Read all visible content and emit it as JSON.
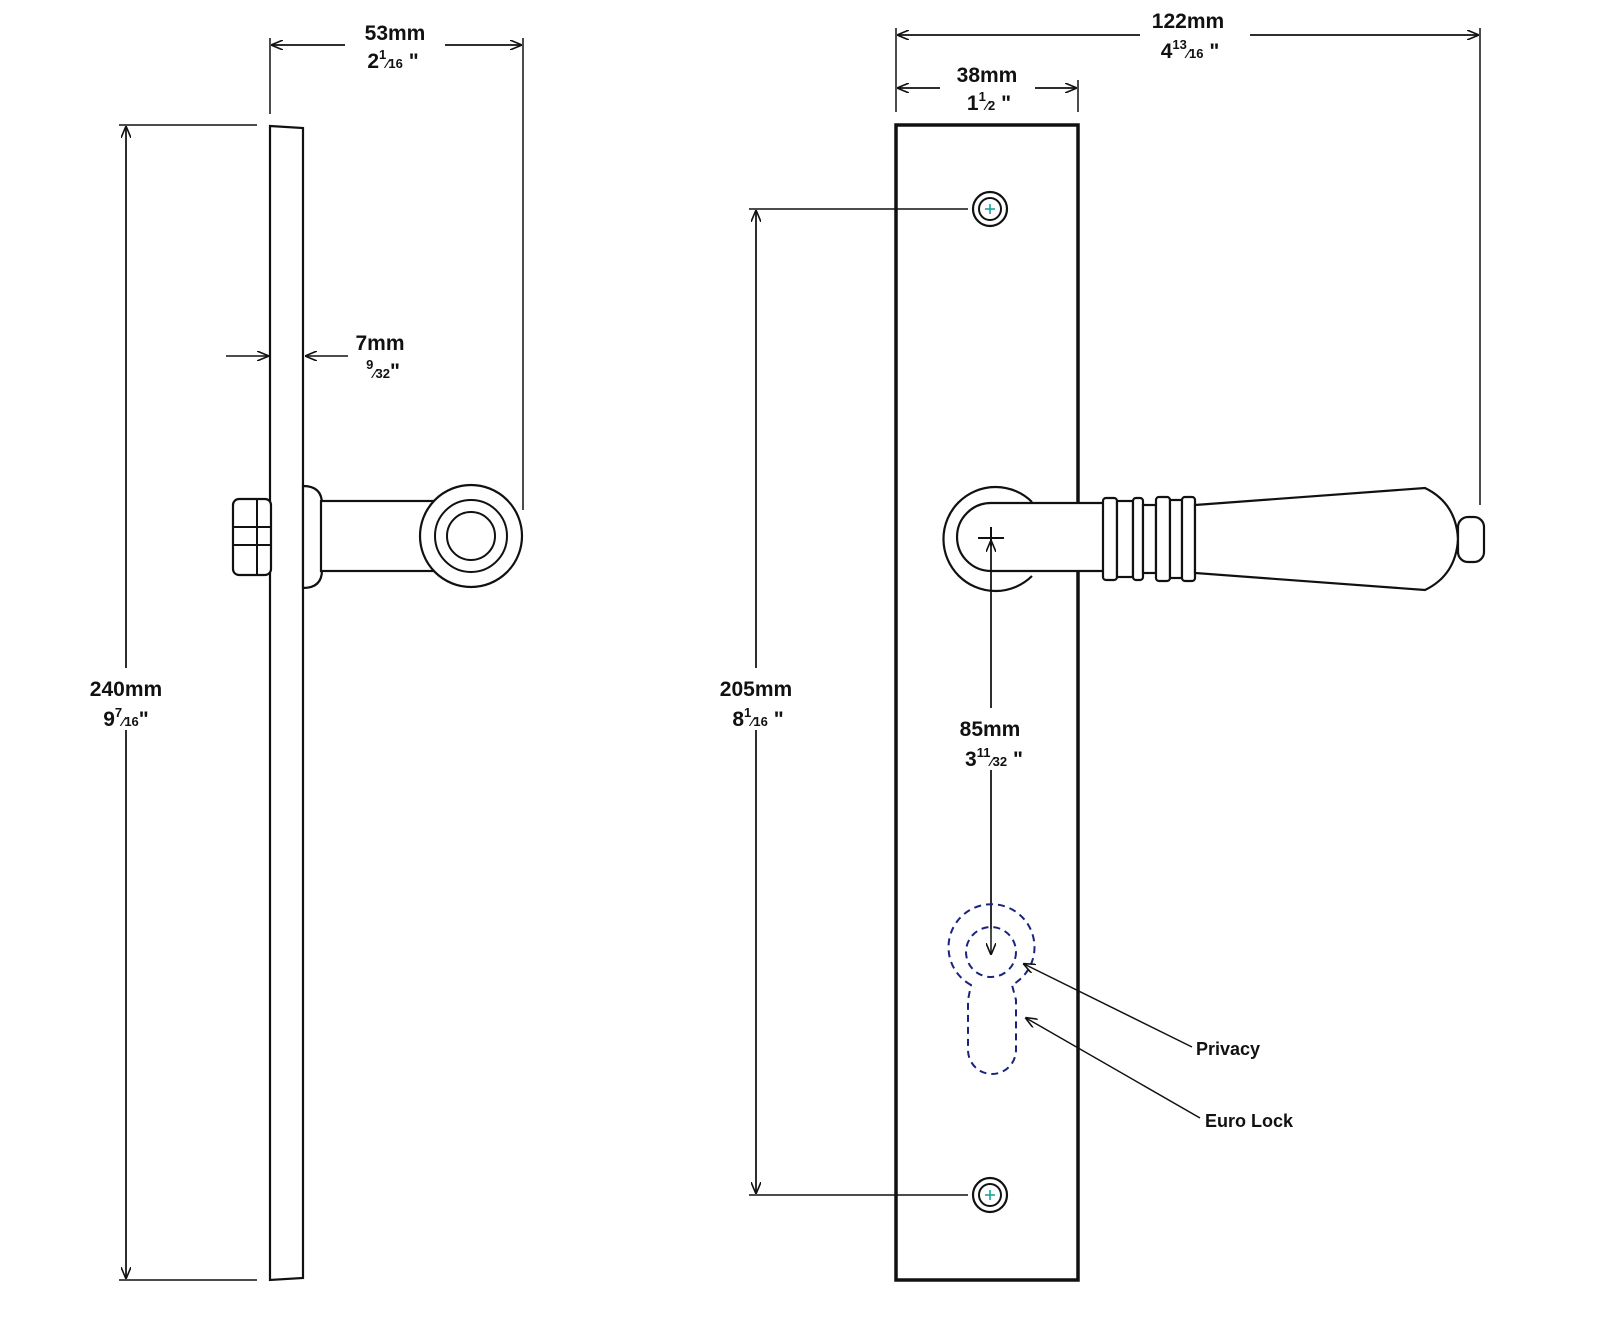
{
  "dimensions": {
    "depth": {
      "mm": "53mm",
      "whole": "2",
      "num": "1",
      "den": "16",
      "mark": "\""
    },
    "height": {
      "mm": "240mm",
      "whole": "9",
      "num": "7",
      "den": "16",
      "mark": "\""
    },
    "plate_thickness": {
      "mm": "7mm",
      "whole": "",
      "num": "9",
      "den": "32",
      "mark": "\""
    },
    "overall_width": {
      "mm": "122mm",
      "whole": "4",
      "num": "13",
      "den": "16",
      "mark": "\""
    },
    "plate_width": {
      "mm": "38mm",
      "whole": "1",
      "num": "1",
      "den": "2",
      "mark": "\""
    },
    "screw_centers": {
      "mm": "205mm",
      "whole": "8",
      "num": "1",
      "den": "16",
      "mark": "\""
    },
    "backset": {
      "mm": "85mm",
      "whole": "3",
      "num": "11",
      "den": "32",
      "mark": "\""
    }
  },
  "callouts": {
    "privacy": "Privacy",
    "euro_lock": "Euro Lock"
  },
  "colors": {
    "line": "#111111",
    "keyhole_dash": "#1a237e",
    "screw_cross": "#1aa39a"
  }
}
